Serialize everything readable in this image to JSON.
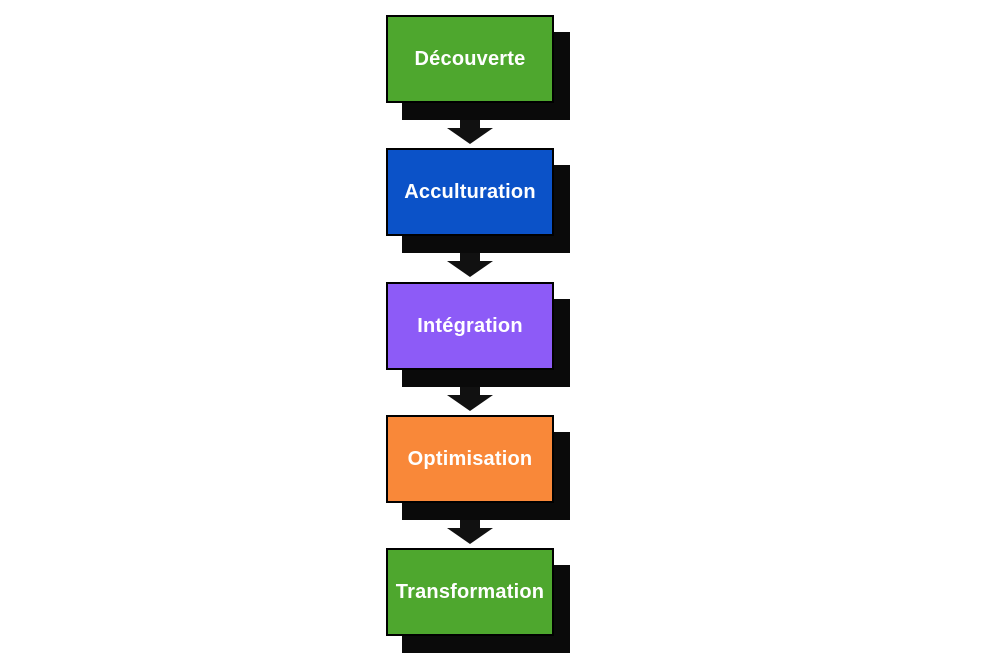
{
  "diagram": {
    "type": "flowchart-vertical",
    "background_color": "#ffffff",
    "shadow_color": "#0a0a0a",
    "arrow_color": "#111111",
    "border_color": "#000000",
    "text_color": "#ffffff",
    "steps": [
      {
        "label": "Découverte",
        "color": "#4EA72E"
      },
      {
        "label": "Acculturation",
        "color": "#0B52C8"
      },
      {
        "label": "Intégration",
        "color": "#8D5BF7"
      },
      {
        "label": "Optimisation",
        "color": "#F98839"
      },
      {
        "label": "Transformation",
        "color": "#4EA72E"
      }
    ]
  }
}
